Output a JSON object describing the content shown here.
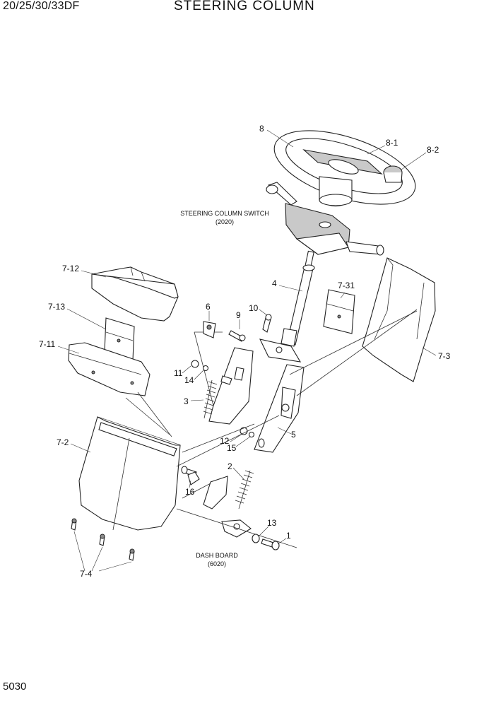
{
  "header": {
    "model": "20/25/30/33DF",
    "title": "STEERING COLUMN"
  },
  "page_number": "5030",
  "references": {
    "steering_column_switch": {
      "name": "STEERING COLUMN SWITCH",
      "code": "(2020)"
    },
    "dash_board": {
      "name": "DASH BOARD",
      "code": "(6020)"
    }
  },
  "callouts": {
    "c8": "8",
    "c8_1": "8-1",
    "c8_2": "8-2",
    "c4": "4",
    "c10": "10",
    "c9": "9",
    "c6": "6",
    "c7_31": "7-31",
    "c7_12": "7-12",
    "c7_13": "7-13",
    "c7_11": "7-11",
    "c7_3": "7-3",
    "c11": "11",
    "c14": "14",
    "c3": "3",
    "c5": "5",
    "c12": "12",
    "c15": "15",
    "c7_2": "7-2",
    "c2": "2",
    "c16": "16",
    "c13": "13",
    "c1": "1",
    "c7_4": "7-4"
  }
}
